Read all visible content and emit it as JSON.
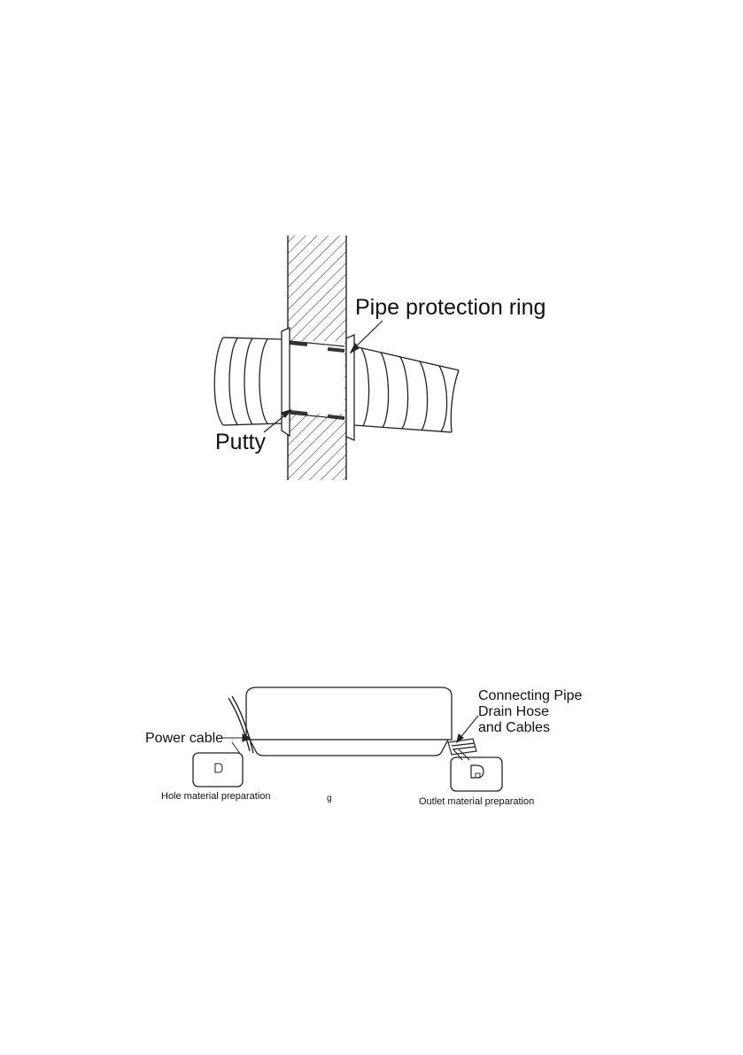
{
  "figure1": {
    "label_ring": "Pipe protection ring",
    "label_putty": "Putty"
  },
  "figure2": {
    "label_power": "Power cable",
    "label_pipe_line1": "Connecting Pipe",
    "label_pipe_line2": "Drain Hose",
    "label_pipe_line3": "and Cables",
    "label_hole": "Hole material preparation",
    "label_outlet": "Outlet material preparation",
    "stray_mark": "g"
  }
}
